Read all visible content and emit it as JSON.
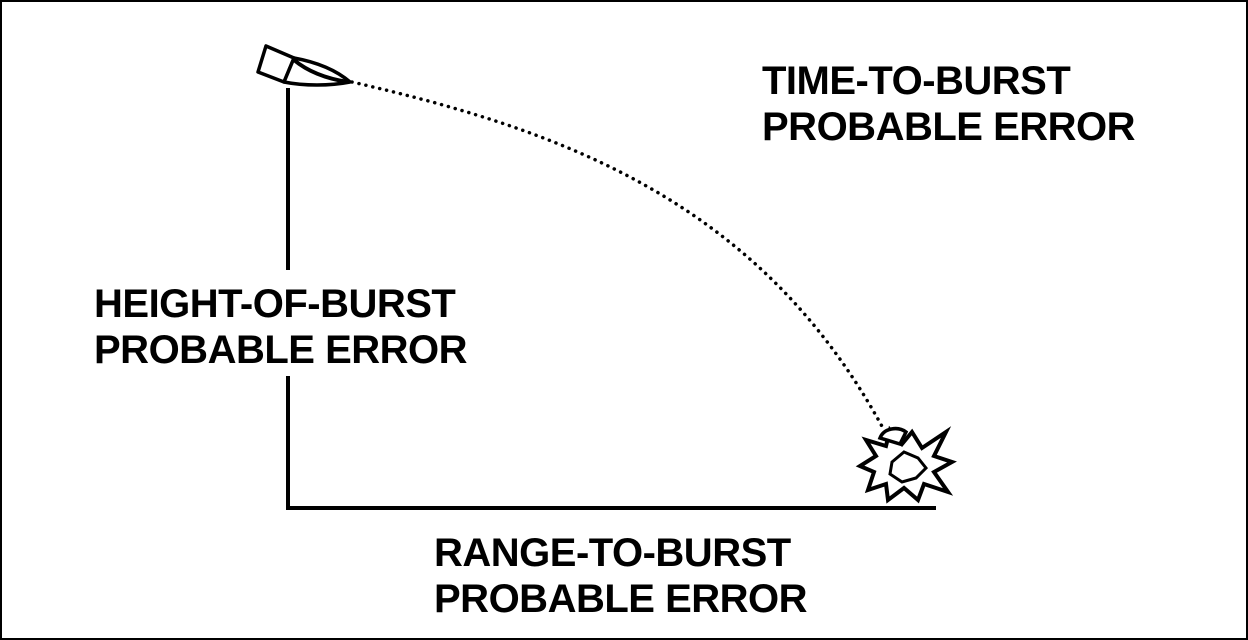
{
  "labels": {
    "time_to_burst": {
      "line1": "TIME-TO-BURST",
      "line2": "PROBABLE ERROR"
    },
    "height_of_burst": {
      "line1": "HEIGHT-OF-BURST",
      "line2": "PROBABLE ERROR"
    },
    "range_to_burst": {
      "line1": "RANGE-TO-BURST",
      "line2": "PROBABLE ERROR"
    }
  },
  "icons": {
    "projectile": "projectile-icon",
    "burst": "burst-explosion-icon"
  },
  "colors": {
    "ink": "#000000",
    "background": "#ffffff"
  }
}
